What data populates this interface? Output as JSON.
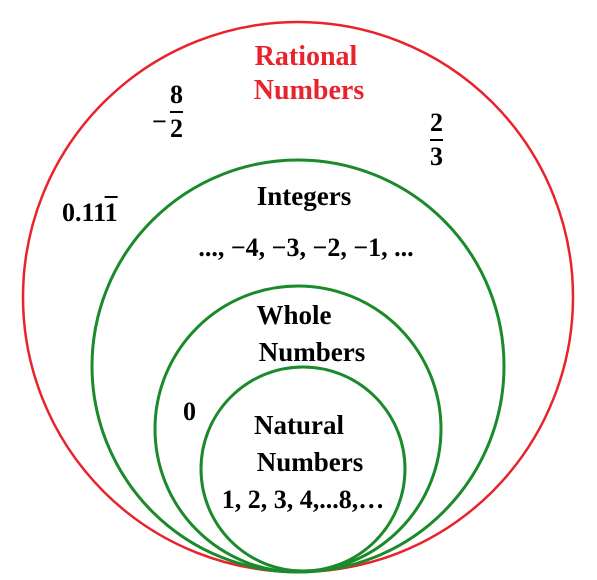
{
  "colors": {
    "rational_circle": "#e8232c",
    "subset_circles": "#1a8a2a",
    "rational_label": "#e8232c",
    "text": "#000000"
  },
  "rational": {
    "label_line1": "Rational",
    "label_line2": "Numbers",
    "examples": {
      "neg_fraction": {
        "sign": "−",
        "numerator": "8",
        "denominator": "2"
      },
      "fraction": {
        "numerator": "2",
        "denominator": "3"
      },
      "repeating_decimal": {
        "base": "0.11",
        "repeating": "1"
      }
    }
  },
  "integers": {
    "label": "Integers",
    "examples": "..., −4, −3, −2, −1, ..."
  },
  "whole": {
    "label_line1": "Whole",
    "label_line2": "Numbers",
    "example": "0"
  },
  "natural": {
    "label_line1": "Natural",
    "label_line2": "Numbers",
    "examples": "1, 2, 3, 4,...8,…"
  }
}
